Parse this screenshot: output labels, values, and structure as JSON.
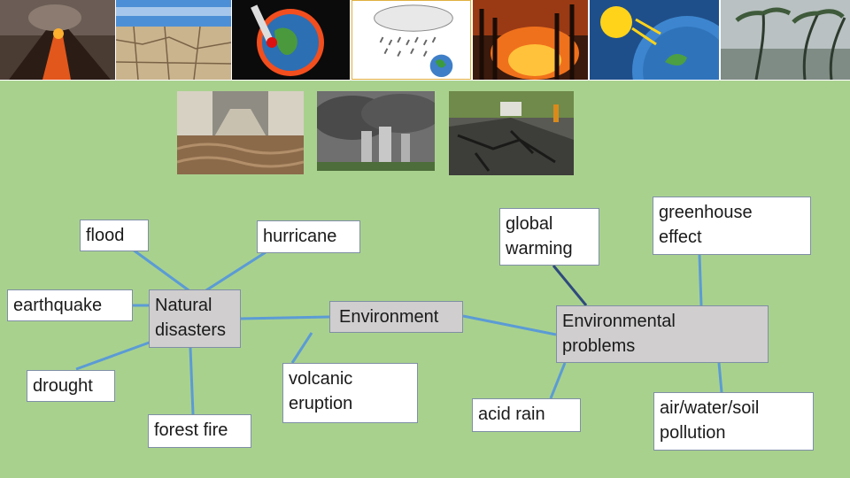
{
  "images": {
    "top_row": [
      "volcano-photo",
      "drought-photo",
      "global-warming-photo",
      "rain-cloud-drawing",
      "forest-fire-photo",
      "greenhouse-effect-drawing",
      "hurricane-photo"
    ],
    "second_row": [
      "flood-photo",
      "factory-pollution-photo",
      "earthquake-photo"
    ]
  },
  "nodes": {
    "environment": "Environment",
    "natural_disasters": "Natural disasters",
    "environmental_problems": "Environmental problems",
    "flood": "flood",
    "hurricane": "hurricane",
    "earthquake": "earthquake",
    "drought": "drought",
    "forest_fire": "forest fire",
    "volcanic_eruption": "volcanic eruption",
    "global_warming": "global warming",
    "greenhouse_effect": "greenhouse effect",
    "acid_rain": "acid rain",
    "air_water_soil_pollution": "air/water/soil pollution"
  },
  "colors": {
    "background": "#a9d18e",
    "connector": "#5b9bd5",
    "connector_dark": "#2e4a7d",
    "box_white": "#ffffff",
    "box_grey": "#d0cece"
  }
}
